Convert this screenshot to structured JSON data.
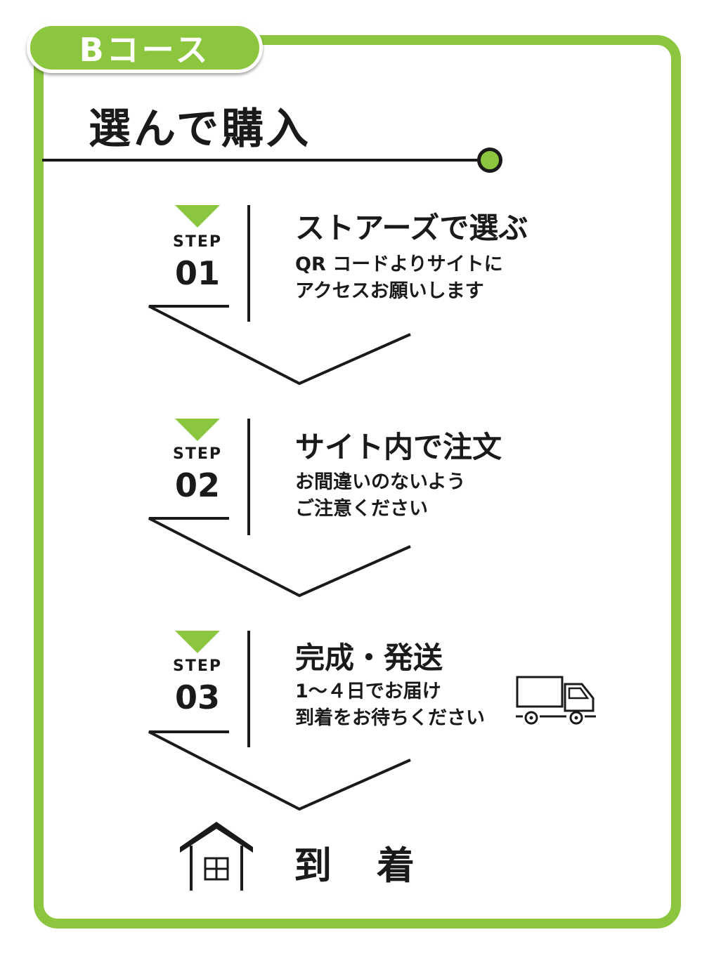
{
  "colors": {
    "accent": "#8cc63f",
    "ink": "#1a1a1a",
    "background": "#ffffff"
  },
  "course": {
    "label": "Bコース"
  },
  "title": "選んで購入",
  "steps": [
    {
      "label": "STEP",
      "number": "01",
      "heading": "ストアーズで選ぶ",
      "lines": [
        "QR コードよりサイトに",
        "アクセスお願いします"
      ]
    },
    {
      "label": "STEP",
      "number": "02",
      "heading": "サイト内で注文",
      "lines": [
        "お間違いのないよう",
        "ご注意ください"
      ]
    },
    {
      "label": "STEP",
      "number": "03",
      "heading": "完成・発送",
      "lines": [
        "1〜４日でお届け",
        "到着をお待ちください"
      ]
    }
  ],
  "arrival": {
    "label": "到着"
  },
  "icons": {
    "step_marker": "triangle-down-icon",
    "delivery": "truck-icon",
    "arrival": "house-icon",
    "flow": "chevron-down-icon"
  }
}
